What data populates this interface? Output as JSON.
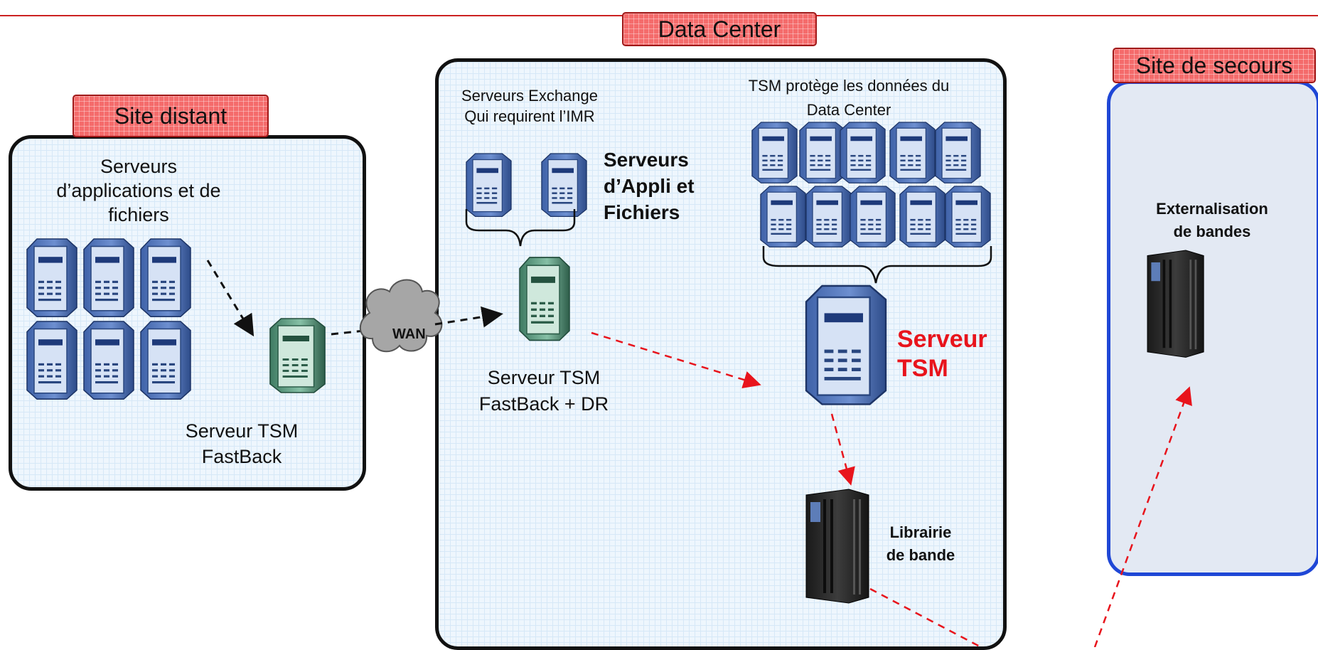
{
  "sites": {
    "distant": {
      "tag": "Site distant",
      "servers_label": "Serveurs\nd’applications et de\nfichiers",
      "fastback_label": "Serveur TSM\nFastBack"
    },
    "datacenter": {
      "tag": "Data Center",
      "exchange_label": "Serveurs Exchange\nQui requirent l’IMR",
      "appli_label": "Serveurs\nd’Appli et\nFichiers",
      "tsm_protect_label": "TSM protège les données du\nData Center",
      "fastback_dr_label": "Serveur TSM\nFastBack + DR",
      "tsm_server_label": "Serveur\nTSM",
      "library_label": "Librairie\nde bande"
    },
    "secours": {
      "tag": "Site de secours",
      "externalisation_label": "Externalisation\nde bandes"
    }
  },
  "network": {
    "wan_label": "WAN"
  },
  "colors": {
    "tag_red": "#f46b6b",
    "accent_red": "#e8141c",
    "secours_blue": "#1f47d6",
    "server_blue": "#5b7fc4",
    "server_green": "#6aa88e"
  }
}
